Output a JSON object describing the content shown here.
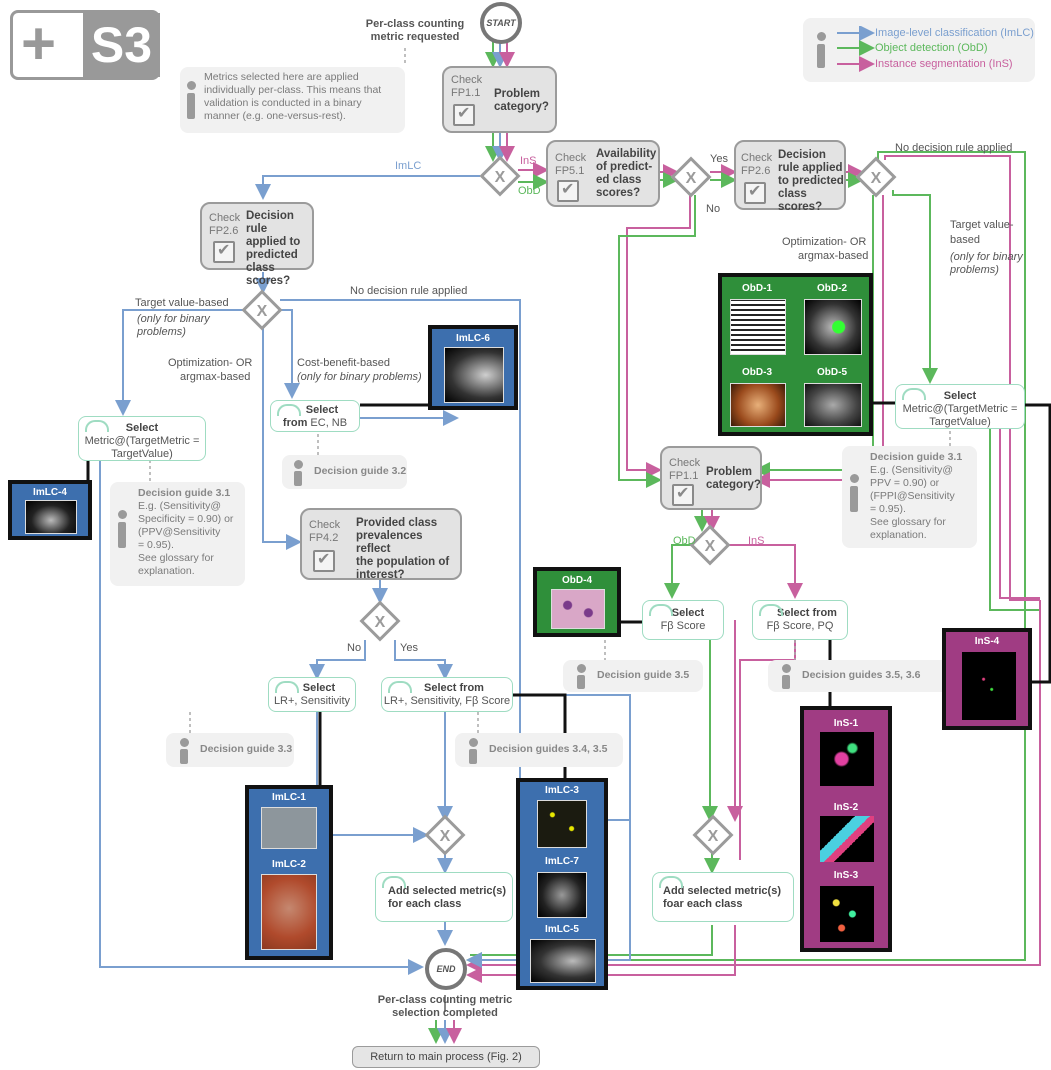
{
  "logo": {
    "plus": "+",
    "label": "S3"
  },
  "start": {
    "label": "START",
    "caption": "Per-class counting\nmetric requested"
  },
  "end": {
    "label": "END",
    "caption": "Per-class counting metric\nselection completed"
  },
  "return_box": "Return to main process (Fig. 2)",
  "legend": [
    {
      "label": "Image-level classification (ImLC)",
      "color": "#7a9fcf"
    },
    {
      "label": "Object detection (ObD)",
      "color": "#5cb85c"
    },
    {
      "label": "Instance segmentation (InS)",
      "color": "#c8609e"
    }
  ],
  "intro_note": "Metrics selected here are applied individually per-class. This means that validation is conducted in a binary manner (e.g. one-versus-rest).",
  "checks": {
    "fp11_top": {
      "check": "Check",
      "code": "FP1.1",
      "question": "Problem\ncategory?"
    },
    "fp51": {
      "check": "Check",
      "code": "FP5.1",
      "question": "Availability\nof predict-\ned class\nscores?"
    },
    "fp26_right": {
      "check": "Check",
      "code": "FP2.6",
      "question": "Decision\nrule applied\nto predicted\nclass scores?"
    },
    "fp26_left": {
      "check": "Check",
      "code": "FP2.6",
      "question": "Decision rule\napplied to\npredicted\nclass scores?"
    },
    "fp42": {
      "check": "Check",
      "code": "FP4.2",
      "question": "Provided class\nprevalences reflect\nthe population of\ninterest?"
    },
    "fp11_mid": {
      "check": "Check",
      "code": "FP1.1",
      "question": "Problem\ncategory?"
    }
  },
  "edge_labels": {
    "imlc": "ImLC",
    "ins": "InS",
    "obd": "ObD",
    "yes": "Yes",
    "no": "No",
    "no_rule_top": "No decision rule applied",
    "no_rule_left": "No decision rule applied",
    "target_left": "Target value-based",
    "binary_left": "(only for binary\nproblems)",
    "opt_left_1": "Optimization- OR",
    "opt_left_2": "argmax-based",
    "cost": "Cost-benefit-based",
    "cost_binary": "(only for binary problems)",
    "target_right_1": "Target value-",
    "target_right_2": "based",
    "binary_right": "(only for binary\nproblems)",
    "opt_right_1": "Optimization- OR",
    "opt_right_2": "argmax-based",
    "obd_mid": "ObD",
    "ins_mid": "InS",
    "no_42": "No",
    "yes_42": "Yes"
  },
  "selects": {
    "metric_left": {
      "title": "Select",
      "body": "Metric@(TargetMetric =\nTargetValue)"
    },
    "ec_nb": {
      "title": "Select",
      "body_bold": "from",
      "body": " EC, NB"
    },
    "lr_sens": {
      "title": "Select",
      "body": "LR+, Sensitivity"
    },
    "lr_sens_f": {
      "title": "Select from",
      "body": "LR+, Sensitivity, Fβ Score"
    },
    "metric_right": {
      "title": "Select",
      "body": "Metric@(TargetMetric =\nTargetValue)"
    },
    "fbeta": {
      "title": "Select",
      "body": "Fβ Score"
    },
    "fbeta_pq": {
      "title": "Select from",
      "body": "Fβ Score, PQ"
    },
    "add_left": {
      "title": "Add selected metric(s)\nfor each class"
    },
    "add_right": {
      "title": "Add selected metric(s)\nfoar each class"
    }
  },
  "guides": {
    "g31_left": {
      "title": "Decision guide 3.1",
      "body": "E.g. (Sensitivity@\nSpecificity = 0.90) or\n(PPV@Sensitivity\n= 0.95).\nSee glossary for\nexplanation."
    },
    "g32": {
      "title": "Decision guide 3.2"
    },
    "g33": {
      "title": "Decision guide 3.3"
    },
    "g3435": {
      "title": "Decision guides 3.4, 3.5"
    },
    "g31_right": {
      "title": "Decision guide 3.1",
      "body": "E.g. (Sensitivity@\nPPV = 0.90) or\n(FPPI@Sensitivity\n= 0.95).\nSee glossary for\nexplanation."
    },
    "g35": {
      "title": "Decision guide 3.5"
    },
    "g3536": {
      "title": "Decision guides 3.5, 3.6"
    }
  },
  "panels": {
    "imlc6": "ImLC-6",
    "imlc4": "ImLC-4",
    "imlc1": "ImLC-1",
    "imlc2": "ImLC-2",
    "imlc3": "ImLC-3",
    "imlc7": "ImLC-7",
    "imlc5": "ImLC-5",
    "obd1": "ObD-1",
    "obd2": "ObD-2",
    "obd3": "ObD-3",
    "obd5": "ObD-5",
    "obd4": "ObD-4",
    "ins1": "InS-1",
    "ins2": "InS-2",
    "ins3": "InS-3",
    "ins4": "InS-4"
  },
  "colors": {
    "imlc": "#7a9fcf",
    "obd": "#5cb85c",
    "ins": "#c8609e",
    "panel_blue": "#3d6fae",
    "panel_green": "#2f8f3a",
    "panel_pink": "#a03c83"
  }
}
